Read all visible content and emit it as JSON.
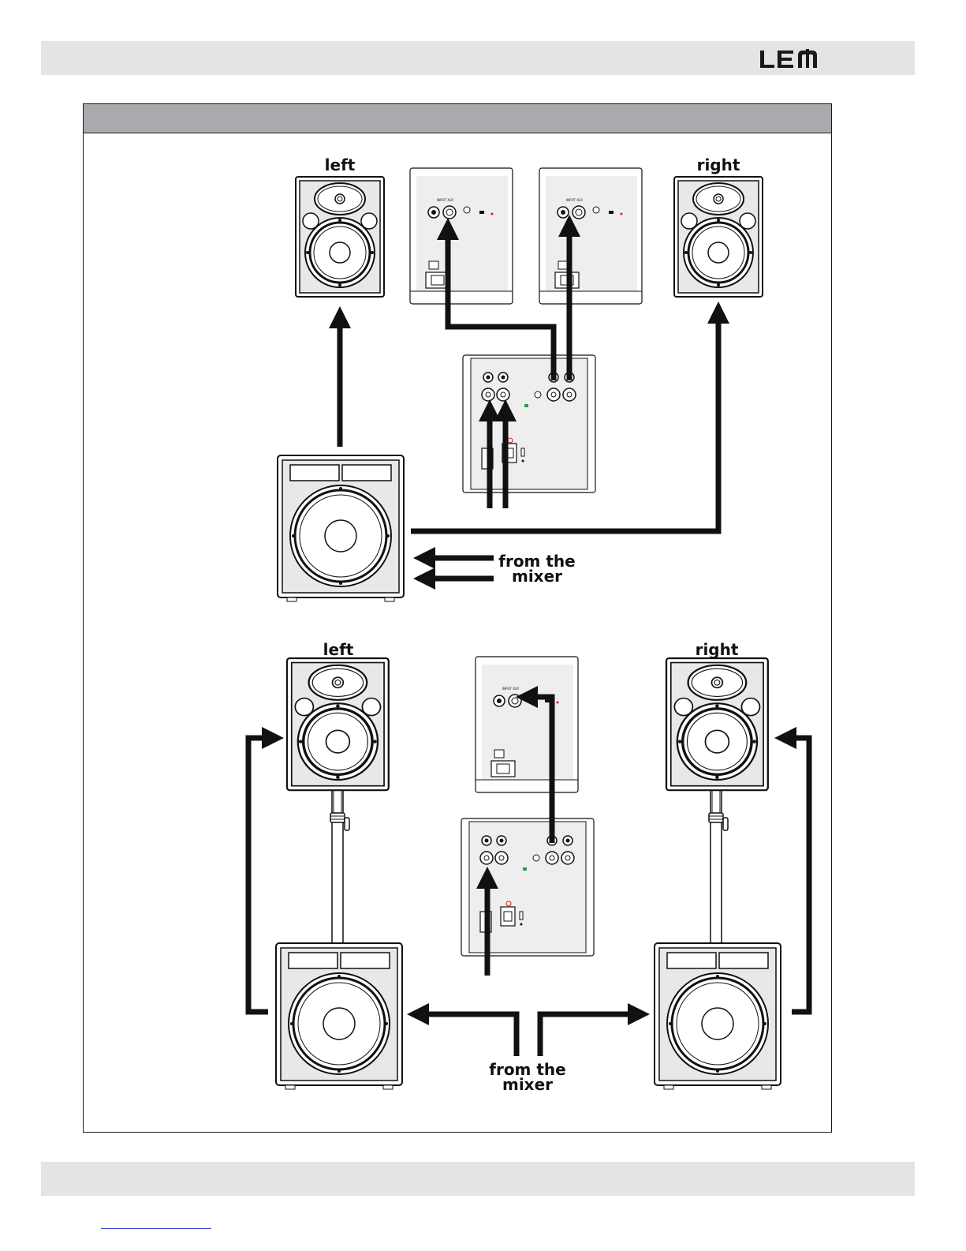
{
  "brand": {
    "logo_text": "LEM"
  },
  "diagram1": {
    "label_left": "left",
    "label_right": "right",
    "mixer_line1": "from the",
    "mixer_line2": "mixer"
  },
  "diagram2": {
    "label_left": "left",
    "label_right": "right",
    "mixer_line1": "from the",
    "mixer_line2": "mixer"
  },
  "colors": {
    "header_bar": "#e3e4e6",
    "panel_header": "#a9aaad",
    "led": "#d61f1f",
    "led_green": "#2a9d4a"
  },
  "icons": [
    "speaker-icon",
    "subwoofer-icon",
    "rear-panel-icon",
    "stand-pole-icon",
    "arrow-icon"
  ]
}
